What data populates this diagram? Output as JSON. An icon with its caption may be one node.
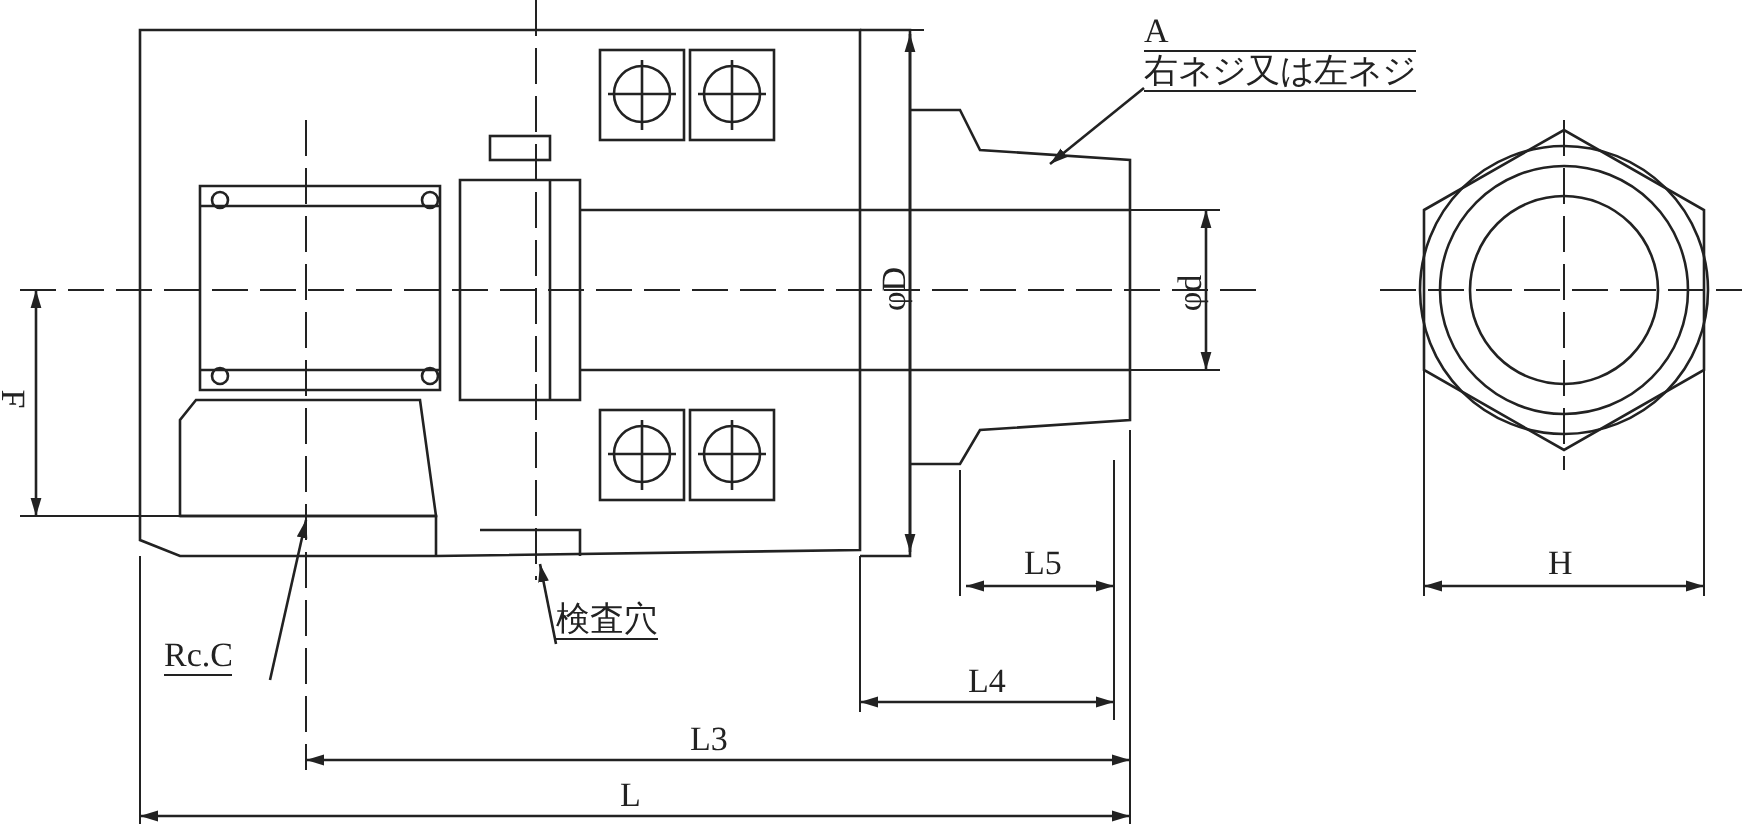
{
  "diagram": {
    "nodes": [
      {
        "text": [
          "A",
          "右ネジ又は左ネジ"
        ]
      },
      {
        "text": [
          "Rc.C"
        ]
      },
      {
        "text": [
          "検査穴"
        ]
      }
    ],
    "edges": [
      {
        "from": 0,
        "to": null,
        "arrow": "to"
      },
      {
        "from": 1,
        "to": null,
        "arrow": "to"
      },
      {
        "from": 2,
        "to": null,
        "arrow": "to"
      }
    ],
    "labels": [
      "F",
      "φD",
      "φd",
      "L5",
      "L4",
      "L3",
      "L",
      "H"
    ]
  }
}
